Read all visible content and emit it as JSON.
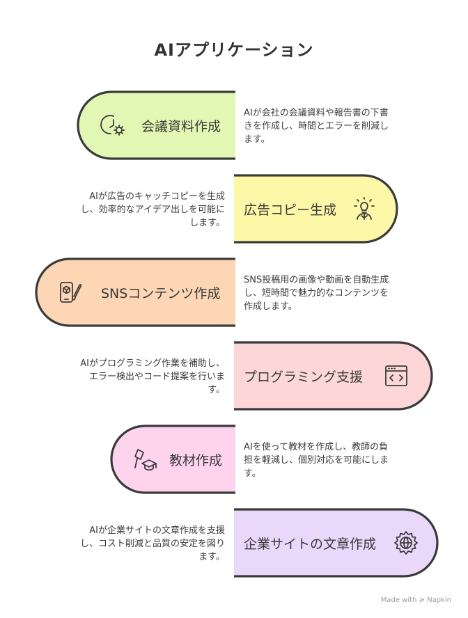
{
  "title": "AIアプリケーション",
  "steps": [
    {
      "label": "会議資料作成",
      "icon": "clock-gear-icon",
      "color": "#e2f7b3",
      "description": "AIが会社の会議資料や報告書の下書きを作成し、時間とエラーを削減します。"
    },
    {
      "label": "広告コピー生成",
      "icon": "lightbulb-person-icon",
      "color": "#fdf7a8",
      "description": "AIが広告のキャッチコピーを生成し、効率的なアイデア出しを可能にします。"
    },
    {
      "label": "SNSコンテンツ作成",
      "icon": "phone-brush-icon",
      "color": "#fcd6b5",
      "description": "SNS投稿用の画像や動画を自動生成し、短時間で魅力的なコンテンツを作成します。"
    },
    {
      "label": "プログラミング支援",
      "icon": "code-window-icon",
      "color": "#fdd7d7",
      "description": "AIがプログラミング作業を補助し、エラー検出やコード提案を行います。"
    },
    {
      "label": "教材作成",
      "icon": "graduation-cap-icon",
      "color": "#fdd3ee",
      "description": "AIを使って教材を作成し、教師の負担を軽減し、個別対応を可能にします。"
    },
    {
      "label": "企業サイトの文章作成",
      "icon": "globe-gear-icon",
      "color": "#ead8fb",
      "description": "AIが企業サイトの文章作成を支援し、コスト削減と品質の安定を図ります。"
    }
  ],
  "footer": "Made with ≽ Napkin"
}
